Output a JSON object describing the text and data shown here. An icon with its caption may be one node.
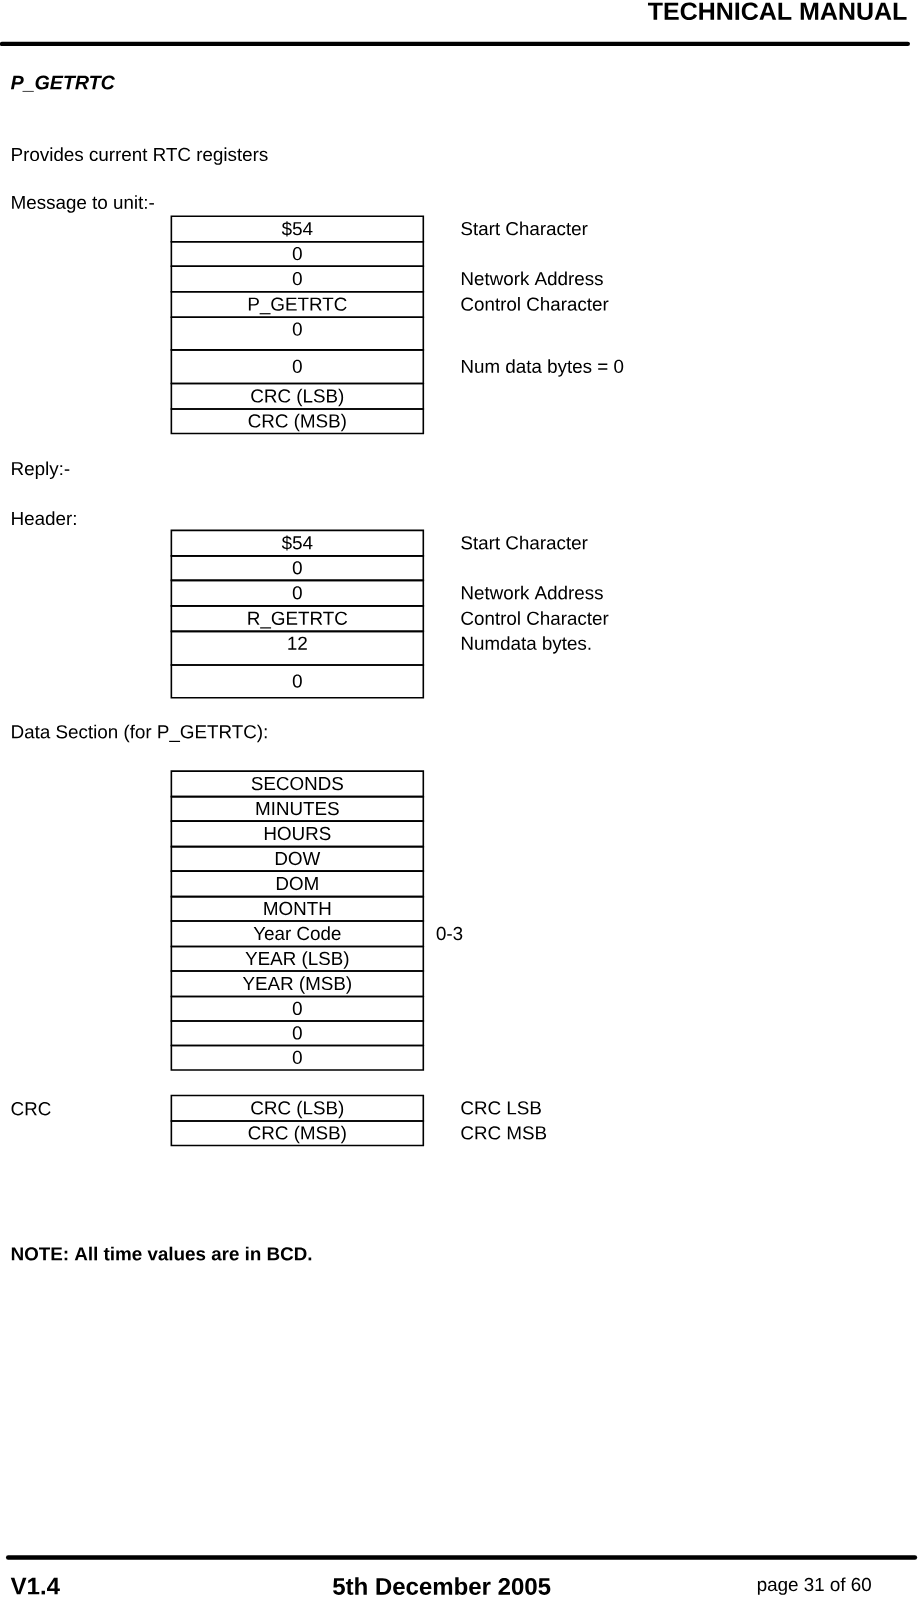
{
  "diagram": {
    "title": "P_GETRTC",
    "nodes": [
      {
        "text": [
          "$54"
        ],
        "beside": [
          "Start Character"
        ]
      },
      {
        "text": [
          "0"
        ]
      },
      {
        "text": [
          "0"
        ],
        "beside": [
          "Network Address"
        ]
      },
      {
        "text": [
          "P_GETRTC"
        ],
        "beside": [
          "Control Character"
        ]
      },
      {
        "text": [
          "0"
        ]
      },
      {
        "text": [
          "0"
        ],
        "beside": [
          "Num data bytes = 0"
        ]
      },
      {
        "text": [
          "CRC (LSB)"
        ]
      },
      {
        "text": [
          "CRC (MSB)"
        ]
      },
      {
        "text": [
          "$54"
        ],
        "beside": [
          "Start Character"
        ]
      },
      {
        "text": [
          "0"
        ]
      },
      {
        "text": [
          "0"
        ],
        "beside": [
          "Network Address"
        ]
      },
      {
        "text": [
          "R_GETRTC"
        ],
        "beside": [
          "Control Character"
        ]
      },
      {
        "text": [
          "12"
        ],
        "beside": [
          "Numdata bytes."
        ]
      },
      {
        "text": [
          "0"
        ]
      },
      {
        "text": [
          "SECONDS"
        ]
      },
      {
        "text": [
          "MINUTES"
        ]
      },
      {
        "text": [
          "HOURS"
        ]
      },
      {
        "text": [
          "DOW"
        ]
      },
      {
        "text": [
          "DOM"
        ]
      },
      {
        "text": [
          "MONTH"
        ]
      },
      {
        "text": [
          "Year Code"
        ],
        "beside": [
          "0-3"
        ]
      },
      {
        "text": [
          "YEAR (LSB)"
        ]
      },
      {
        "text": [
          "YEAR (MSB)"
        ]
      },
      {
        "text": [
          "0"
        ]
      },
      {
        "text": [
          "0"
        ]
      },
      {
        "text": [
          "0"
        ]
      },
      {
        "text": [
          "CRC (LSB)"
        ],
        "beside": [
          "CRC LSB"
        ]
      },
      {
        "text": [
          "CRC (MSB)"
        ],
        "beside": [
          "CRC MSB"
        ]
      }
    ],
    "labels": [
      "TECHNICAL MANUAL",
      "Provides current RTC registers",
      "Message to unit:-",
      "Reply:-",
      "Header:",
      "Data Section (for P_GETRTC):",
      "CRC",
      "NOTE: All time values are in BCD.",
      "V1.4",
      "5th December 2005",
      "page 31 of 60"
    ]
  }
}
